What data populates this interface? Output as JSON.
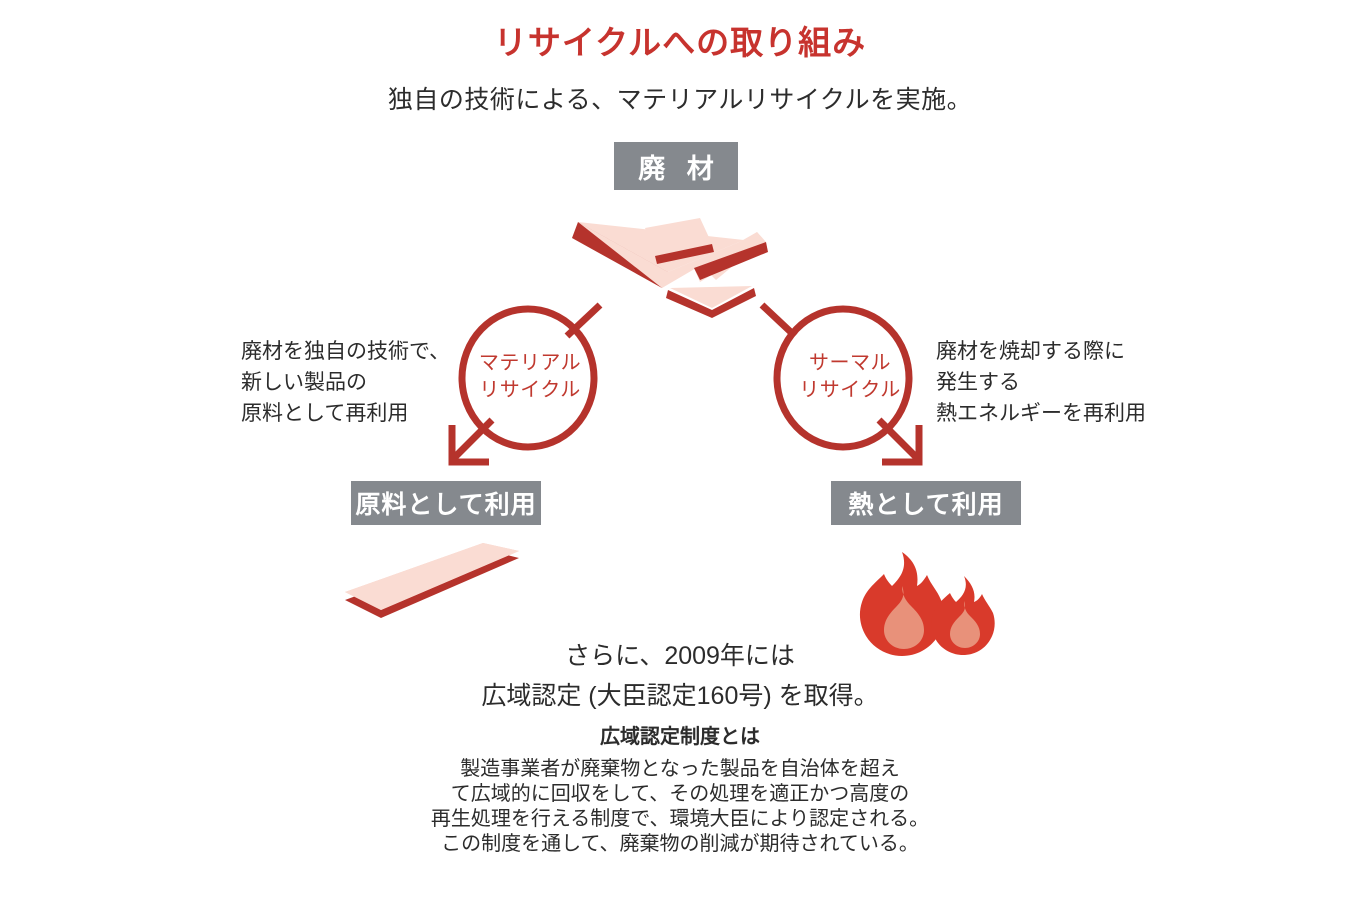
{
  "page": {
    "title": "リサイクルへの取り組み",
    "subtitle": "独自の技術による、マテリアルリサイクルを実施。"
  },
  "flow": {
    "source_box": {
      "label": "廃 材"
    },
    "branches": [
      {
        "id": "material",
        "circle_label": "マテリアル\nリサイクル",
        "description": "廃材を独自の技術で、\n新しい製品の\n原料として再利用",
        "result_box": "原料として利用",
        "result_icon": "pink-slab-icon"
      },
      {
        "id": "thermal",
        "circle_label": "サーマル\nリサイクル",
        "description": "廃材を焼却する際に\n発生する\n熱エネルギーを再利用",
        "result_box": "熱として利用",
        "result_icon": "flame-icon"
      }
    ]
  },
  "certification": {
    "text": "さらに、2009年には\n広域認定 (大臣認定160号) を取得。"
  },
  "footnote": {
    "heading": "広域認定制度とは",
    "body": "製造事業者が廃棄物となった製品を自治体を超え\nて広域的に回収をして、その処理を適正かつ高度の\n再生処理を行える制度で、環境大臣により認定される。\nこの制度を通して、廃棄物の削減が期待されている。"
  },
  "colors": {
    "accent_red": "#c7332e",
    "dark_red": "#b5332c",
    "pink_fill": "#fadcd3",
    "gray_box": "#85898e",
    "flame_outer": "#d93a2b",
    "flame_inner": "#e8917a",
    "text": "#2c2c2c",
    "background": "#ffffff"
  }
}
